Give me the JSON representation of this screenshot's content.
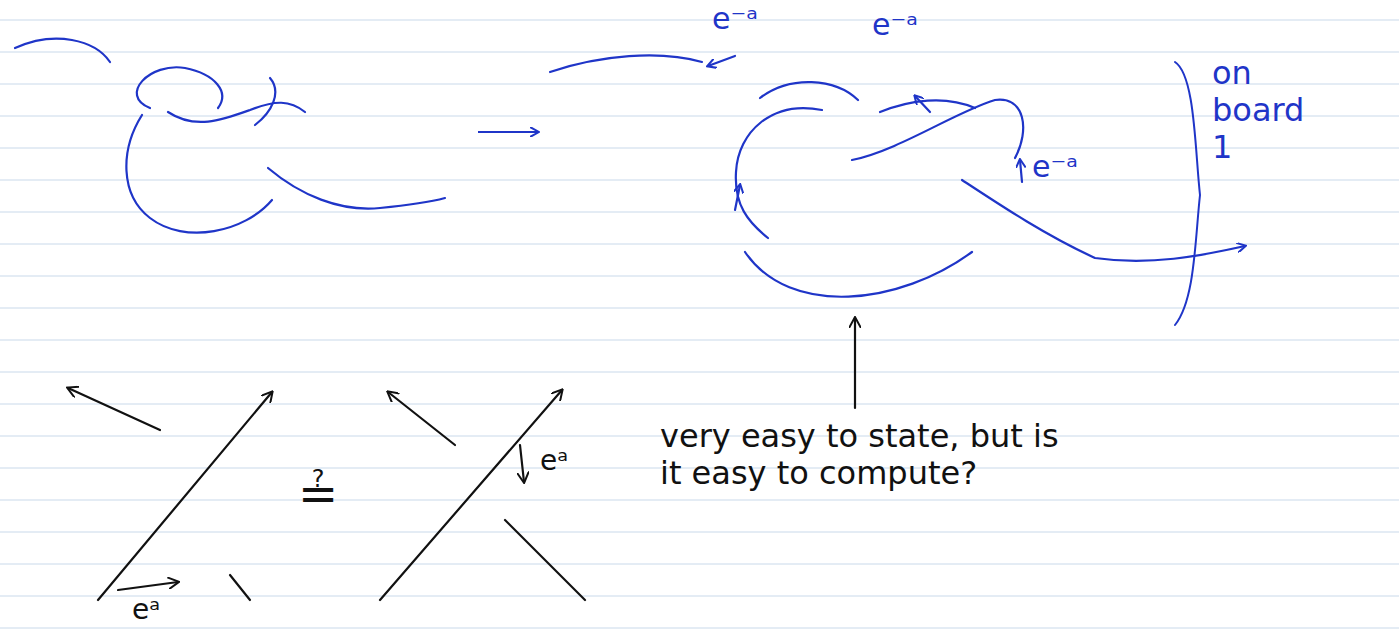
{
  "diagram": {
    "labels": [
      "e⁻ᵃ",
      "e⁻ᵃ",
      "e⁻ᵃ",
      "on board 1",
      "eᵃ",
      "≟",
      "eᵃ",
      "very easy to state, but is it easy to compute?"
    ]
  }
}
